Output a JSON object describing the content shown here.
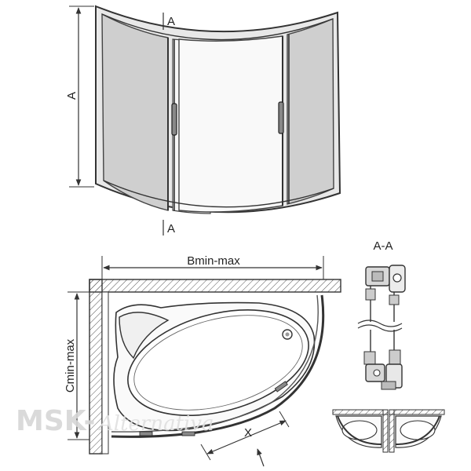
{
  "labels": {
    "height_dim": "A",
    "section_mark_top": "A",
    "section_mark_bottom": "A",
    "width_dim": "Bmin-max",
    "depth_dim": "Cmin-max",
    "section_title": "A-A",
    "door_opening": "X"
  },
  "watermark": {
    "brand": "MSK-",
    "script": "Alternativa"
  },
  "colors": {
    "line": "#333333",
    "frame_fill": "#e6e6e6",
    "glass_side": "#cfcfcf",
    "glass_door": "#f7f7f7",
    "wall_hatch": "#555555"
  }
}
